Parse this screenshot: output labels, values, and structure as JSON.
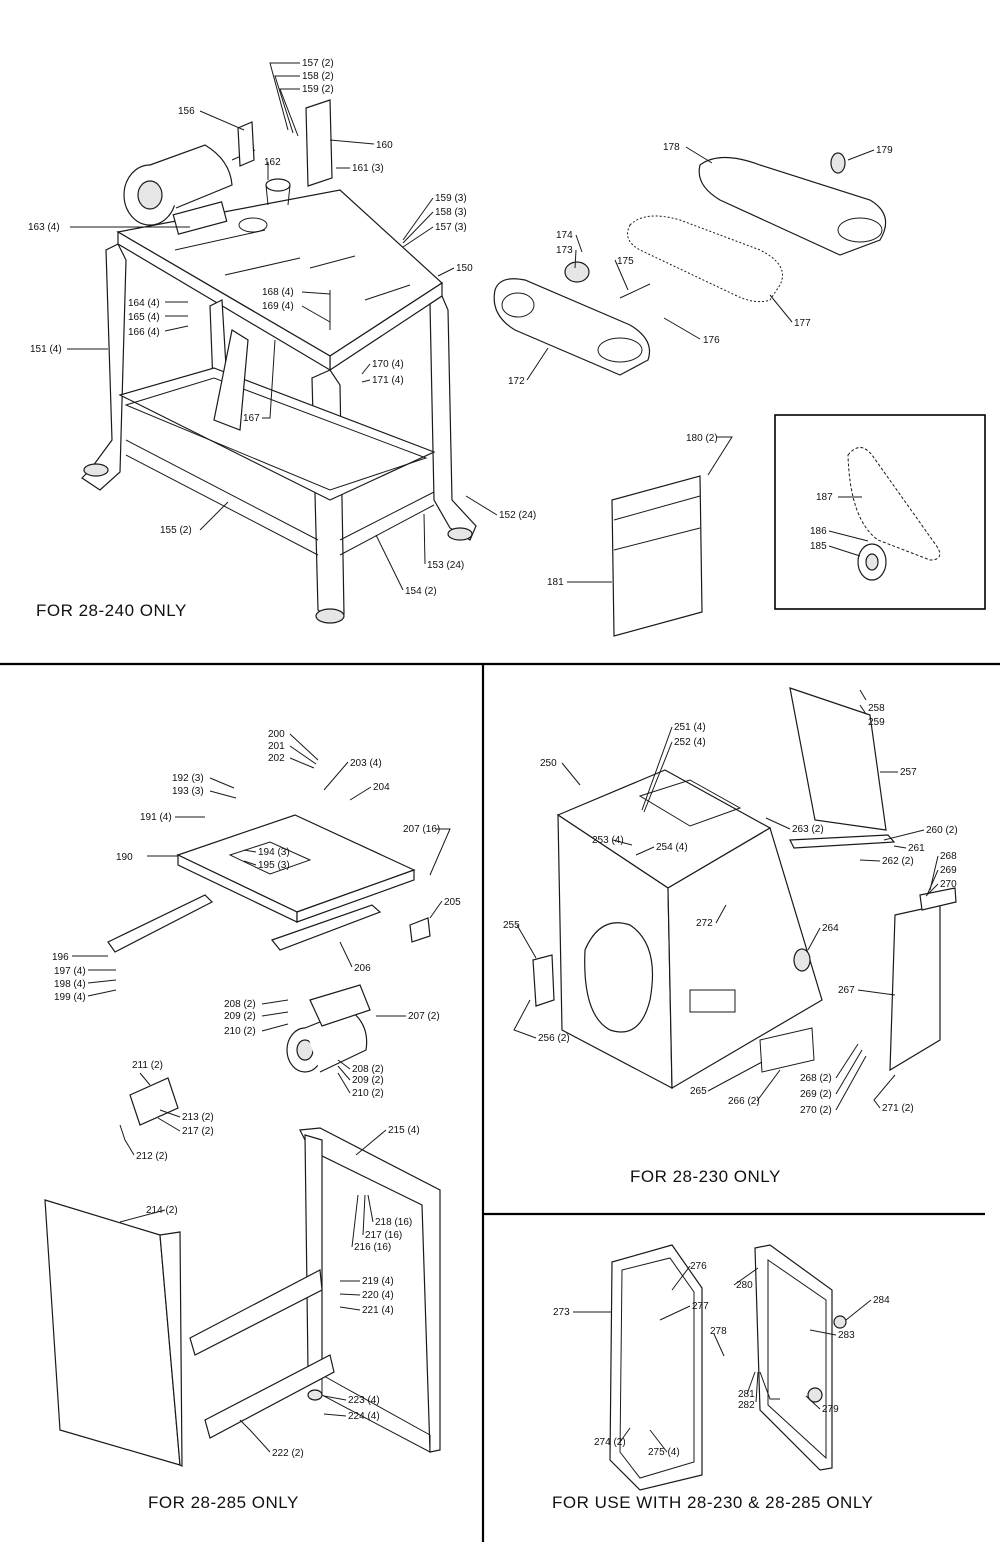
{
  "captions": {
    "p240": "FOR  28-240  ONLY",
    "p285": "FOR  28-285  ONLY",
    "p230": "FOR  28-230  ONLY",
    "pboth": "FOR  USE  WITH  28-230  &  28-285  ONLY"
  },
  "callouts": [
    "157 (2)",
    "158 (2)",
    "159 (2)",
    "156",
    "160",
    "162",
    "161 (3)",
    "159 (3)",
    "158 (3)",
    "157 (3)",
    "163 (4)",
    "150",
    "164 (4)",
    "165 (4)",
    "166 (4)",
    "168 (4)",
    "169 (4)",
    "151 (4)",
    "170 (4)",
    "171 (4)",
    "167",
    "155 (2)",
    "152 (24)",
    "153 (24)",
    "154 (2)",
    "178",
    "179",
    "174",
    "173",
    "175",
    "177",
    "176",
    "172",
    "180 (2)",
    "187",
    "186",
    "185",
    "181",
    "200",
    "201",
    "202",
    "203 (4)",
    "192 (3)",
    "193 (3)",
    "204",
    "191 (4)",
    "207 (16)",
    "190",
    "194 (3)",
    "195 (3)",
    "205",
    "196",
    "206",
    "197 (4)",
    "198 (4)",
    "199 (4)",
    "208 (2)",
    "209 (2)",
    "210 (2)",
    "207 (2)",
    "208 (2)",
    "209 (2)",
    "210 (2)",
    "211 (2)",
    "213 (2)",
    "217 (2)",
    "212 (2)",
    "215 (4)",
    "214 (2)",
    "218 (16)",
    "217 (16)",
    "216 (16)",
    "219  (4)",
    "220  (4)",
    "221  (4)",
    "223 (4)",
    "224  (4)",
    "222 (2)",
    "251 (4)",
    "252 (4)",
    "258",
    "259",
    "250",
    "257",
    "260 (2)",
    "263 (2)",
    "253 (4)",
    "254 (4)",
    "261",
    "262 (2)",
    "268",
    "269",
    "270",
    "272",
    "264",
    "255",
    "267",
    "256 (2)",
    "268 (2)",
    "265",
    "266 (2)",
    "269 (2)",
    "270 (2)",
    "271 (2)",
    "276",
    "280",
    "284",
    "273",
    "277",
    "278",
    "283",
    "281",
    "282",
    "279",
    "274 (2)",
    "275 (4)"
  ]
}
